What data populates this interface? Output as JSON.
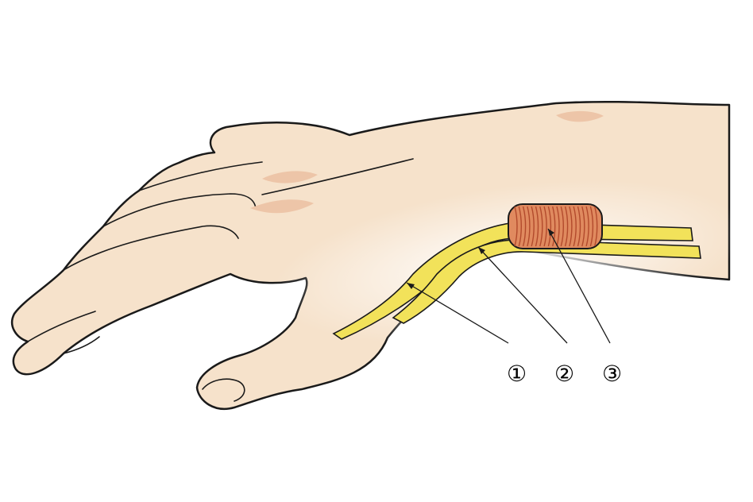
{
  "colors": {
    "skin": "#F6E2CB",
    "skin_shade": "#EDC5A8",
    "outline": "#1A1A1A",
    "tendon": "#F2E25A",
    "sheath": "#E08A5F",
    "sheath_stripes": "#B24A2C",
    "background": "#FFFFFF"
  },
  "diagram": {
    "callouts": [
      {
        "label": "①",
        "icon": "tendon-1-pointer"
      },
      {
        "label": "②",
        "icon": "tendon-2-pointer"
      },
      {
        "label": "③",
        "icon": "sheath-pointer"
      }
    ]
  }
}
